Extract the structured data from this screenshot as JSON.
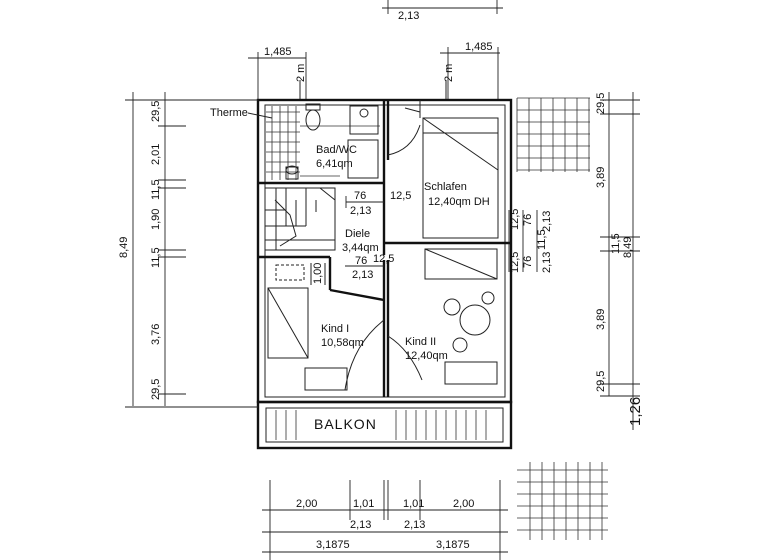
{
  "plan": {
    "rooms": [
      {
        "name": "Bad/WC",
        "area": "6,41qm"
      },
      {
        "name": "Schlafen",
        "area": "12,40qm DH"
      },
      {
        "name": "Diele",
        "area": "3,44qm"
      },
      {
        "name": "Kind I",
        "area": "10,58qm"
      },
      {
        "name": "Kind II",
        "area": "12,40qm"
      }
    ],
    "balcony": "BALKON",
    "therme": "Therme",
    "top_dims": [
      "2,13",
      "1,485",
      "1,485"
    ],
    "chimney_marks": [
      "2 m",
      "2 m"
    ],
    "left_dims": [
      "29,5",
      "2,01",
      "11,5",
      "1,90",
      "11,5",
      "3,76",
      "29,5"
    ],
    "left_total": "8,49",
    "right_dims": [
      "29,5",
      "3,89",
      "11,5",
      "3,89",
      "29,5"
    ],
    "right_total": "8,49",
    "balcony_depth": "1,26",
    "mid_dims": {
      "stair_top": "76",
      "stair_top_width": "2,13",
      "stair_top_right": "12,5",
      "diele_width": "76",
      "diele_right": "12,5",
      "diele_bottom": "2,13",
      "kind1_width": "1,00",
      "vertical": [
        "12,5",
        "76",
        "2,13",
        "12,5",
        "76",
        "2,13",
        "11,5"
      ]
    },
    "bottom_row1": [
      "2,00",
      "1,01",
      "1,01",
      "2,00"
    ],
    "bottom_row2": [
      "2,13",
      "2,13"
    ],
    "bottom_row3": [
      "3,1875",
      "3,1875"
    ]
  }
}
